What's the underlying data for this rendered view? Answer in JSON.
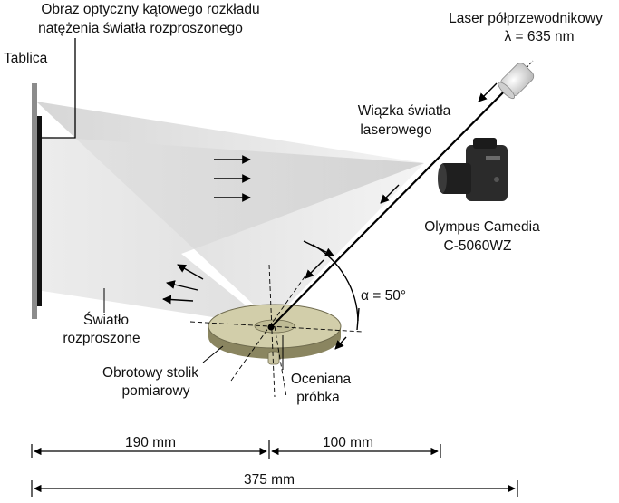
{
  "labels": {
    "board_title_line1": "Obraz optyczny kątowego rozkładu",
    "board_title_line2": "natężenia światła rozproszonego",
    "board": "Tablica",
    "laser_line1": "Laser półprzewodnikowy",
    "laser_line2": "λ = 635 nm",
    "beam_line1": "Wiązka światła",
    "beam_line2": "laserowego",
    "camera_line1": "Olympus Camedia",
    "camera_line2": "C-5060WZ",
    "angle": "α = 50°",
    "scatter_line1": "Światło",
    "scatter_line2": "rozproszone",
    "table_line1": "Obrotowy stolik",
    "table_line2": "pomiarowy",
    "sample_line1": "Oceniana",
    "sample_line2": "próbka"
  },
  "dimensions": {
    "left_segment": "190 mm",
    "right_segment": "100 mm",
    "total": "375 mm"
  },
  "colors": {
    "board": "#8c8c8c",
    "light_cone": "#dcdcdc",
    "turntable_top": "#d2ceaa",
    "turntable_side": "#8a8560",
    "laser_body": "#e8e8e8",
    "camera_body": "#2b2b2b",
    "line": "#000000"
  }
}
